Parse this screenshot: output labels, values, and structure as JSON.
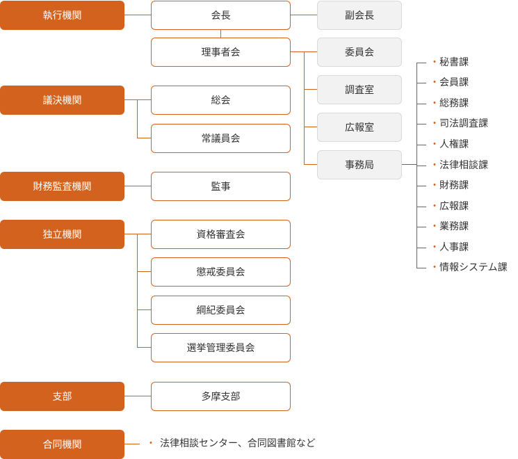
{
  "categories": {
    "executive": "執行機関",
    "legislative": "議決機関",
    "audit": "財務監査機関",
    "independent": "独立機関",
    "branch": "支部",
    "joint": "合同機関"
  },
  "executive": {
    "president": "会長",
    "vice_president": "副会長",
    "board": "理事者会",
    "offices": [
      "委員会",
      "調査室",
      "広報室",
      "事務局"
    ],
    "secretariat_sections": [
      "秘書課",
      "会員課",
      "総務課",
      "司法調査課",
      "人権課",
      "法律相談課",
      "財務課",
      "広報課",
      "業務課",
      "人事課",
      "情報システム課"
    ]
  },
  "legislative": {
    "general_assembly": "総会",
    "standing_council": "常議員会"
  },
  "audit": {
    "auditor": "監事"
  },
  "independent": {
    "committees": [
      "資格審査会",
      "懲戒委員会",
      "綱紀委員会",
      "選挙管理委員会"
    ]
  },
  "branch": {
    "tama": "多摩支部"
  },
  "joint": {
    "note": "法律相談センター、合同図書館など"
  },
  "colors": {
    "accent": "#d3621f",
    "sub_box_fill": "#f2f2f2",
    "list_connector": "#666666"
  }
}
